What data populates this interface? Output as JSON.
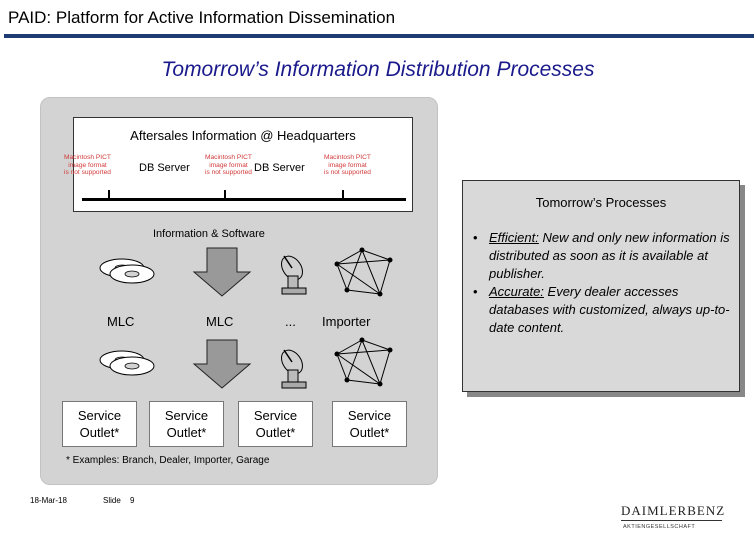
{
  "header": {
    "title": "PAID: Platform for Active Information Dissemination",
    "accent": "#1f3b73"
  },
  "slide": {
    "title": "Tomorrow’s Information Distribution Processes",
    "title_color": "#1a1a8c"
  },
  "hq": {
    "title": "Aftersales Information @ Headquarters",
    "pict_placeholder": [
      "Macintosh PICT",
      "image format",
      "is not supported"
    ],
    "db_label_1": "DB Server",
    "db_label_2": "DB Server"
  },
  "flow": {
    "info_label": "Information & Software",
    "nodes": [
      "MLC",
      "MLC",
      "...",
      "Importer"
    ],
    "outlets": [
      {
        "line1": "Service",
        "line2": "Outlet*"
      },
      {
        "line1": "Service",
        "line2": "Outlet*"
      },
      {
        "line1": "Service",
        "line2": "Outlet*"
      },
      {
        "line1": "Service",
        "line2": "Outlet*"
      }
    ],
    "footnote": "* Examples: Branch, Dealer, Importer, Garage"
  },
  "processes": {
    "title": "Tomorrow’s Processes",
    "bullets": [
      {
        "head": "Efficient:",
        "text": " New and only new information is distributed as soon as it is available at publisher."
      },
      {
        "head": "Accurate:",
        "text": " Every dealer accesses databases with customized, always up-to-date content."
      }
    ]
  },
  "footer": {
    "date": "18-Mar-18",
    "slide_label": "Slide",
    "slide_number": "9"
  },
  "logo": {
    "name": "DAIMLERBENZ",
    "subtitle": "AKTIENGESELLSCHAFT"
  },
  "icons": [
    "cd-disc-icon",
    "arrow-down-icon",
    "satellite-dish-icon",
    "network-icon"
  ]
}
